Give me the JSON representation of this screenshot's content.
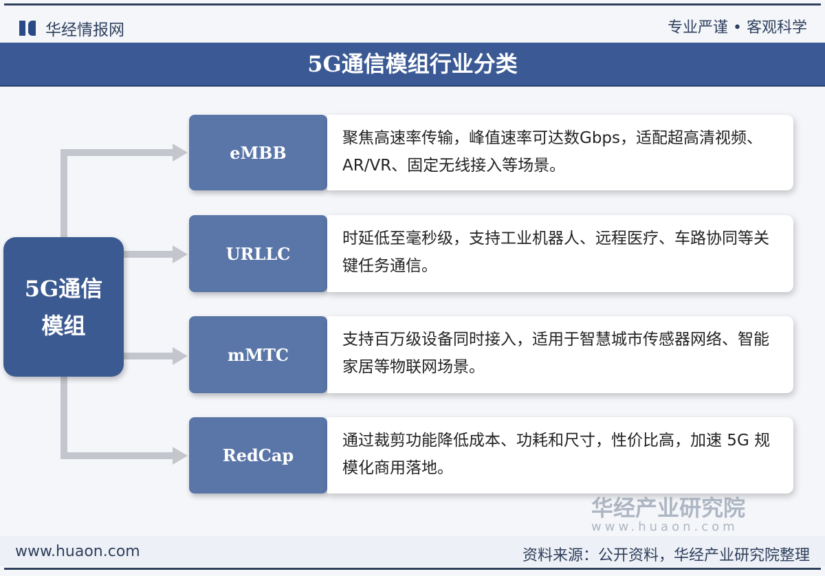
{
  "header": {
    "brand": "华经情报网",
    "slogan": "专业严谨 • 客观科学",
    "title": "5G通信模组行业分类"
  },
  "root": {
    "label": "5G通信\n模组"
  },
  "categories": [
    {
      "name": "eMBB",
      "desc": "聚焦高速率传输，峰值速率可达数Gbps，适配超高清视频、AR/VR、固定无线接入等场景。"
    },
    {
      "name": "URLLC",
      "desc": "时延低至毫秒级，支持工业机器人、远程医疗、车路协同等关键任务通信。"
    },
    {
      "name": "mMTC",
      "desc": "支持百万级设备同时接入，适用于智慧城市传感器网络、智能家居等物联网场景。"
    },
    {
      "name": "RedCap",
      "desc": "通过裁剪功能降低成本、功耗和尺寸，性价比高，加速 5G 规模化商用落地。"
    }
  ],
  "watermark": {
    "name": "华经产业研究院",
    "url": "www.huaon.com"
  },
  "footer": {
    "url": "www.huaon.com",
    "source": "资料来源：公开资料，华经产业研究院整理"
  }
}
